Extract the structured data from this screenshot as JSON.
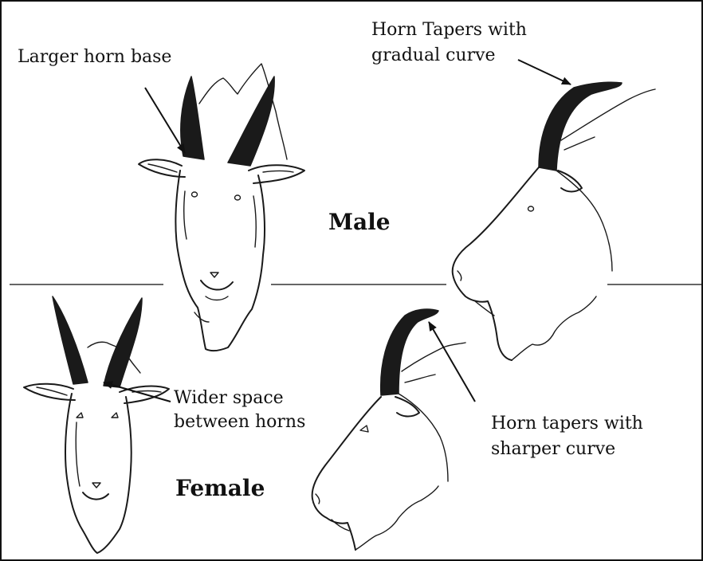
{
  "labels": {
    "larger_horn_base": "Larger horn base",
    "horn_tapers_gradual_line1": "Horn Tapers with",
    "horn_tapers_gradual_line2": "gradual curve",
    "male": "Male",
    "wider_space_line1": "Wider space",
    "wider_space_line2": "between horns",
    "horn_tapers_sharper_line1": "Horn tapers with",
    "horn_tapers_sharper_line2": "sharper curve",
    "female": "Female"
  },
  "colors": {
    "ink": "#1a1a1a",
    "background": "#ffffff",
    "horn": "#1a1a1a"
  },
  "figures": [
    {
      "id": "male-front-head",
      "icon": "goat-head-front-icon"
    },
    {
      "id": "male-side-head",
      "icon": "goat-head-side-icon"
    },
    {
      "id": "female-front-head",
      "icon": "goat-head-front-icon"
    },
    {
      "id": "female-side-head",
      "icon": "goat-head-side-icon"
    }
  ]
}
